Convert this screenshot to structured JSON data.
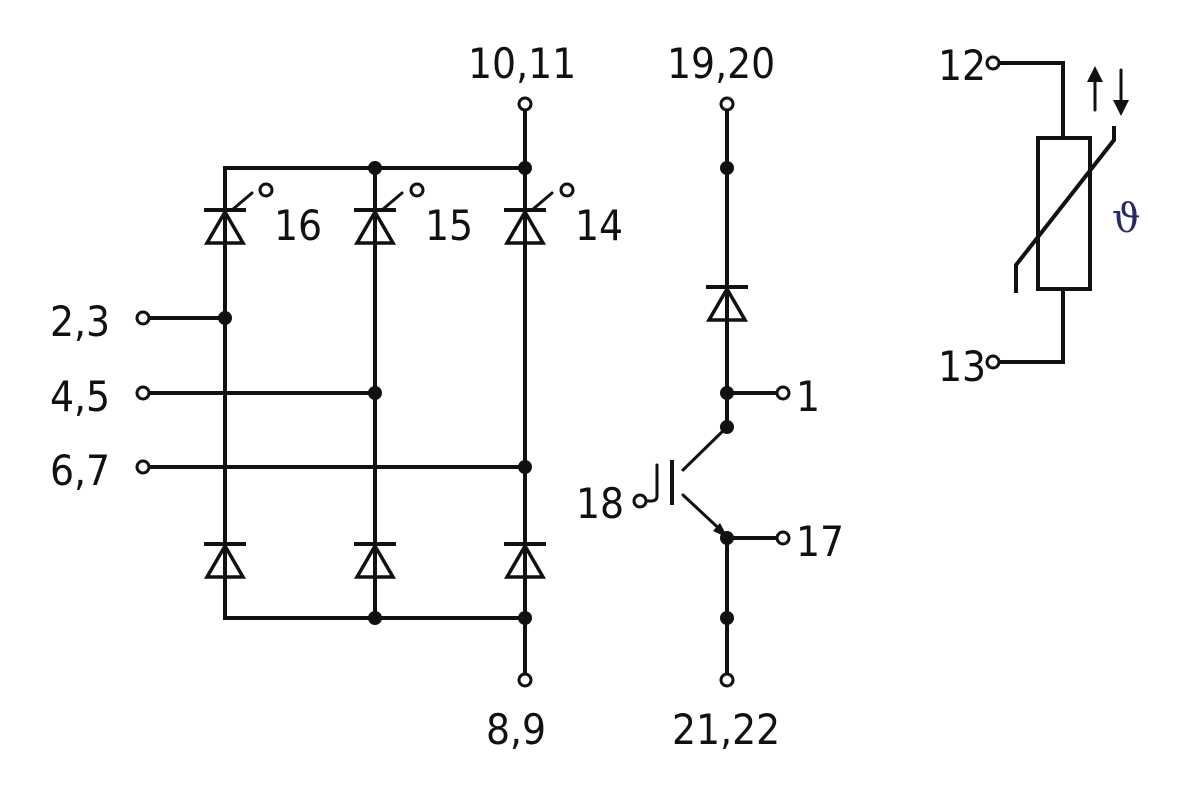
{
  "terminals": {
    "t_10_11": "10,11",
    "t_19_20": "19,20",
    "t_12": "12",
    "t_13": "13",
    "t_16": "16",
    "t_15": "15",
    "t_14": "14",
    "t_2_3": "2,3",
    "t_4_5": "4,5",
    "t_6_7": "6,7",
    "t_1": "1",
    "t_18": "18",
    "t_17": "17",
    "t_8_9": "8,9",
    "t_21_22": "21,22"
  },
  "symbols": {
    "theta": "ϑ"
  }
}
